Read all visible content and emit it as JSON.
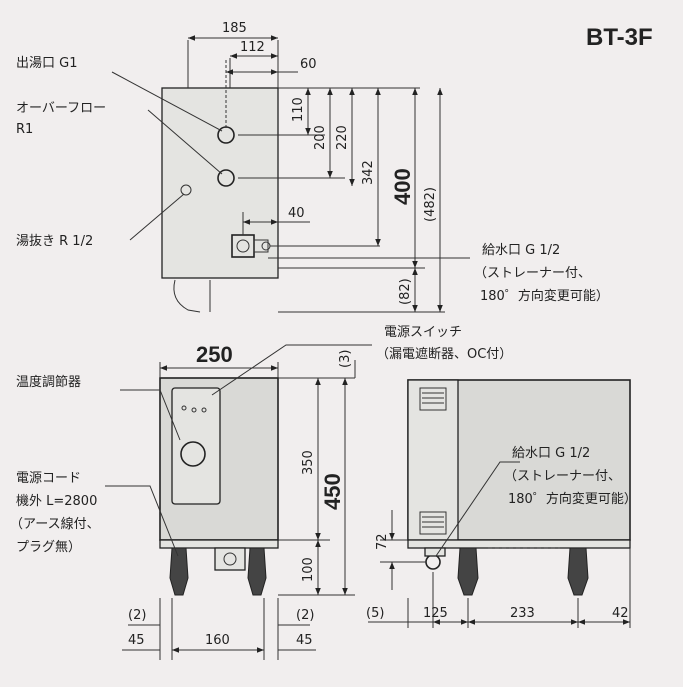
{
  "model": "BT-3F",
  "top_view": {
    "dimensions": {
      "d185": "185",
      "d112": "112",
      "d60": "60",
      "d110": "110",
      "d200": "200",
      "d220": "220",
      "d342": "342",
      "d400": "400",
      "d482": "(482)",
      "d40": "40",
      "d82": "(82)"
    },
    "labels": {
      "hot_outlet": "出湯口 G1",
      "overflow_line1": "オーバーフロー",
      "overflow_line2": "R1",
      "drain": "湯抜き R 1/2",
      "inlet_line1": "給水口 G 1/2",
      "inlet_line2": "（ストレーナー付、",
      "inlet_line3": "180゜方向変更可能）"
    }
  },
  "front_view": {
    "dimensions": {
      "d250": "250",
      "d3": "(3)",
      "d350": "350",
      "d450": "450",
      "d100": "100",
      "d2a": "(2)",
      "d45a": "45",
      "d160": "160",
      "d2b": "(2)",
      "d45b": "45"
    },
    "labels": {
      "switch_line1": "電源スイッチ",
      "switch_line2": "（漏電遮断器、OC付）",
      "thermostat": "温度調節器",
      "cord_line1": "電源コード",
      "cord_line2": "機外 L=2800",
      "cord_line3": "（アース線付、",
      "cord_line4": "プラグ無）"
    }
  },
  "side_view": {
    "dimensions": {
      "d72": "72",
      "d5": "(5)",
      "d125": "125",
      "d233": "233",
      "d42": "42"
    },
    "labels": {
      "inlet_line1": "給水口 G 1/2",
      "inlet_line2": "（ストレーナー付、",
      "inlet_line3": "180゜方向変更可能）"
    }
  }
}
